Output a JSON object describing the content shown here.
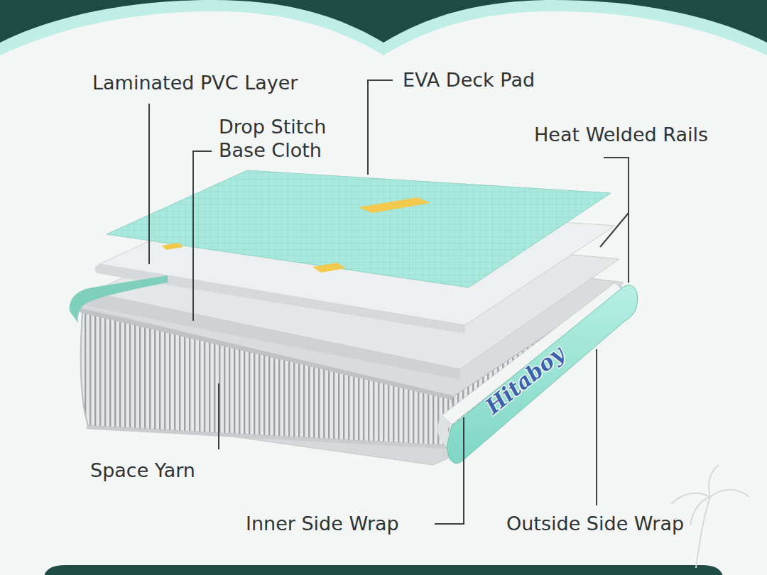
{
  "diagram": {
    "labels": [
      "Laminated PVC Layer",
      "EVA Deck Pad",
      "Drop Stitch Base Cloth",
      "Heat Welded Rails",
      "Space Yarn",
      "Inner Side Wrap",
      "Outside Side Wrap",
      "Hitaboy"
    ]
  }
}
